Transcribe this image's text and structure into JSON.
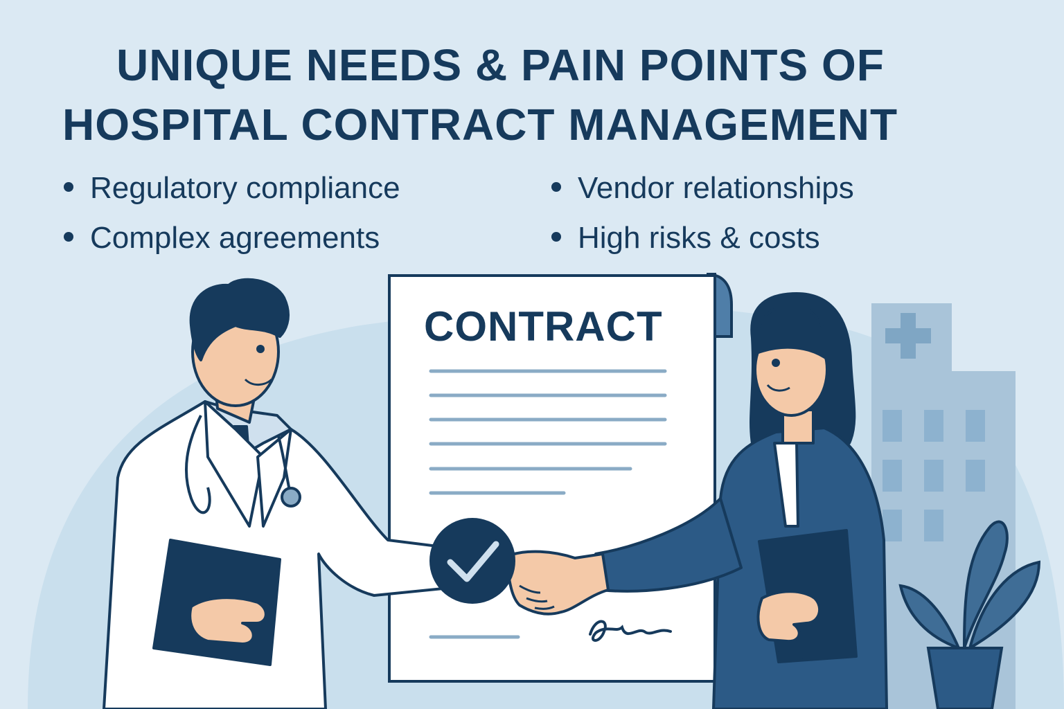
{
  "title": {
    "line1": "UNIQUE NEEDS & PAIN POINTS OF",
    "line2": "HOSPITAL CONTRACT MANAGEMENT"
  },
  "bullets": [
    "Regulatory compliance",
    "Complex agreements",
    "Vendor relationships",
    "High risks & costs"
  ],
  "contract": {
    "heading": "CONTRACT"
  },
  "icons": {
    "approval": "checkmark-circle-icon",
    "hospital": "medical-cross-icon",
    "agreement": "handshake-icon"
  },
  "colors": {
    "background": "#dbe9f3",
    "navy": "#163a5c",
    "accent_blue": "#7fa6c4",
    "suit_blue": "#2c5a86",
    "skin": "#f4c9a8"
  }
}
